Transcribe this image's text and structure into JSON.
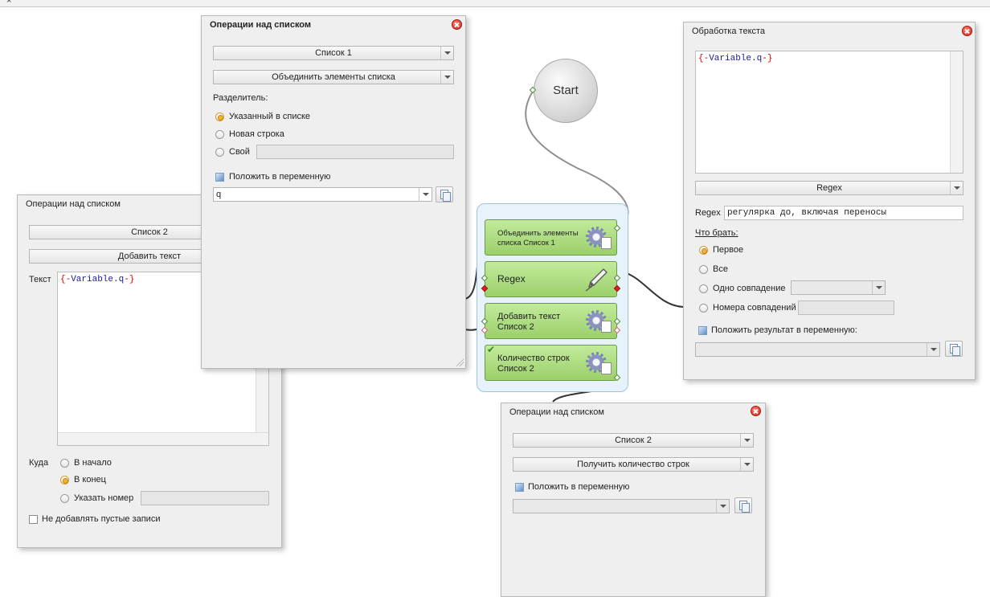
{
  "topbar": {
    "close_glyph": "×"
  },
  "flow": {
    "start_label": "Start",
    "actions": [
      {
        "line1": "Объединить элементы",
        "line2": "списка Список 1",
        "icon": "gear-icon"
      },
      {
        "line1": "Regex",
        "line2": "",
        "icon": "pen-icon"
      },
      {
        "line1": "Добавить текст",
        "line2": "Список 2",
        "icon": "gear-icon"
      },
      {
        "line1": "Количество строк",
        "line2": "Список 2",
        "icon": "gear-icon"
      }
    ]
  },
  "panel_join": {
    "title": "Операции над списком",
    "list_select": "Список 1",
    "operation_select": "Объединить элементы списка",
    "separator_label": "Разделитель:",
    "radio_specified": "Указанный в списке",
    "radio_newline": "Новая строка",
    "radio_custom": "Свой",
    "put_var_label": "Положить в переменную",
    "var_value": "q"
  },
  "panel_add": {
    "title": "Операции над списком",
    "list_button": "Список 2",
    "operation_button": "Добавить текст",
    "text_label": "Текст",
    "text_brace_open": "{-",
    "text_var": "Variable.q",
    "text_brace_close": "-}",
    "where_label": "Куда",
    "radio_start": "В начало",
    "radio_end": "В конец",
    "radio_number": "Указать номер",
    "skip_empty_label": "Не добавлять пустые записи"
  },
  "panel_text": {
    "title": "Обработка текста",
    "text_brace_open": "{-",
    "text_var": "Variable.q",
    "text_brace_close": "-}",
    "mode_select": "Regex",
    "regex_label": "Regex",
    "regex_value": "регулярка до, включая переносы",
    "what_take_label": "Что брать:",
    "radio_first": "Первое",
    "radio_all": "Все",
    "radio_one": "Одно совпадение",
    "radio_numbers": "Номера совпадений",
    "put_result_label": "Положить результат в переменную:"
  },
  "panel_count": {
    "title": "Операции над списком",
    "list_select": "Список 2",
    "operation_select": "Получить количество строк",
    "put_var_label": "Положить в переменную"
  }
}
